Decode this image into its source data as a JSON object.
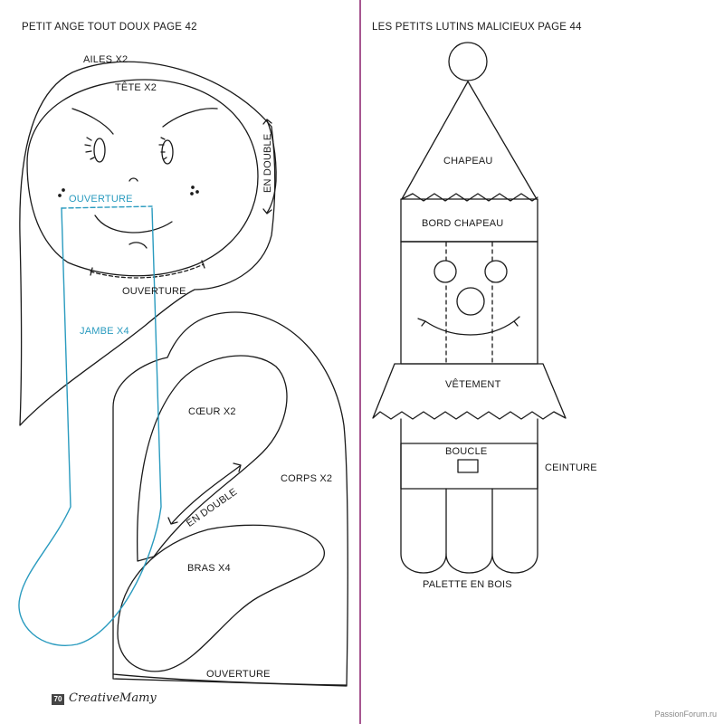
{
  "left_section": {
    "heading": "PETIT ANGE TOUT DOUX PAGE 42",
    "labels": {
      "ailes": "AILES X2",
      "tete": "TÊTE X2",
      "ouverture_blue": "OUVERTURE",
      "en_double_1": "EN DOUBLE",
      "ouverture_neck": "OUVERTURE",
      "jambe": "JAMBE X4",
      "coeur": "CŒUR X2",
      "corps": "CORPS X2",
      "en_double_2": "EN DOUBLE",
      "bras": "BRAS X4",
      "ouverture_bottom": "OUVERTURE"
    }
  },
  "right_section": {
    "heading": "LES PETITS LUTINS MALICIEUX PAGE 44",
    "labels": {
      "chapeau": "CHAPEAU",
      "bord_chapeau": "BORD CHAPEAU",
      "vetement": "VÊTEMENT",
      "boucle": "BOUCLE",
      "ceinture": "CEINTURE",
      "palette": "PALETTE EN BOIS"
    }
  },
  "footer": {
    "page_number": "70",
    "brand": "CreativeMamy",
    "watermark": "PassionForum.ru"
  },
  "colors": {
    "divider": "#8a1f6b",
    "blue_line": "#2a9bbf",
    "ink": "#1a1a1a"
  }
}
